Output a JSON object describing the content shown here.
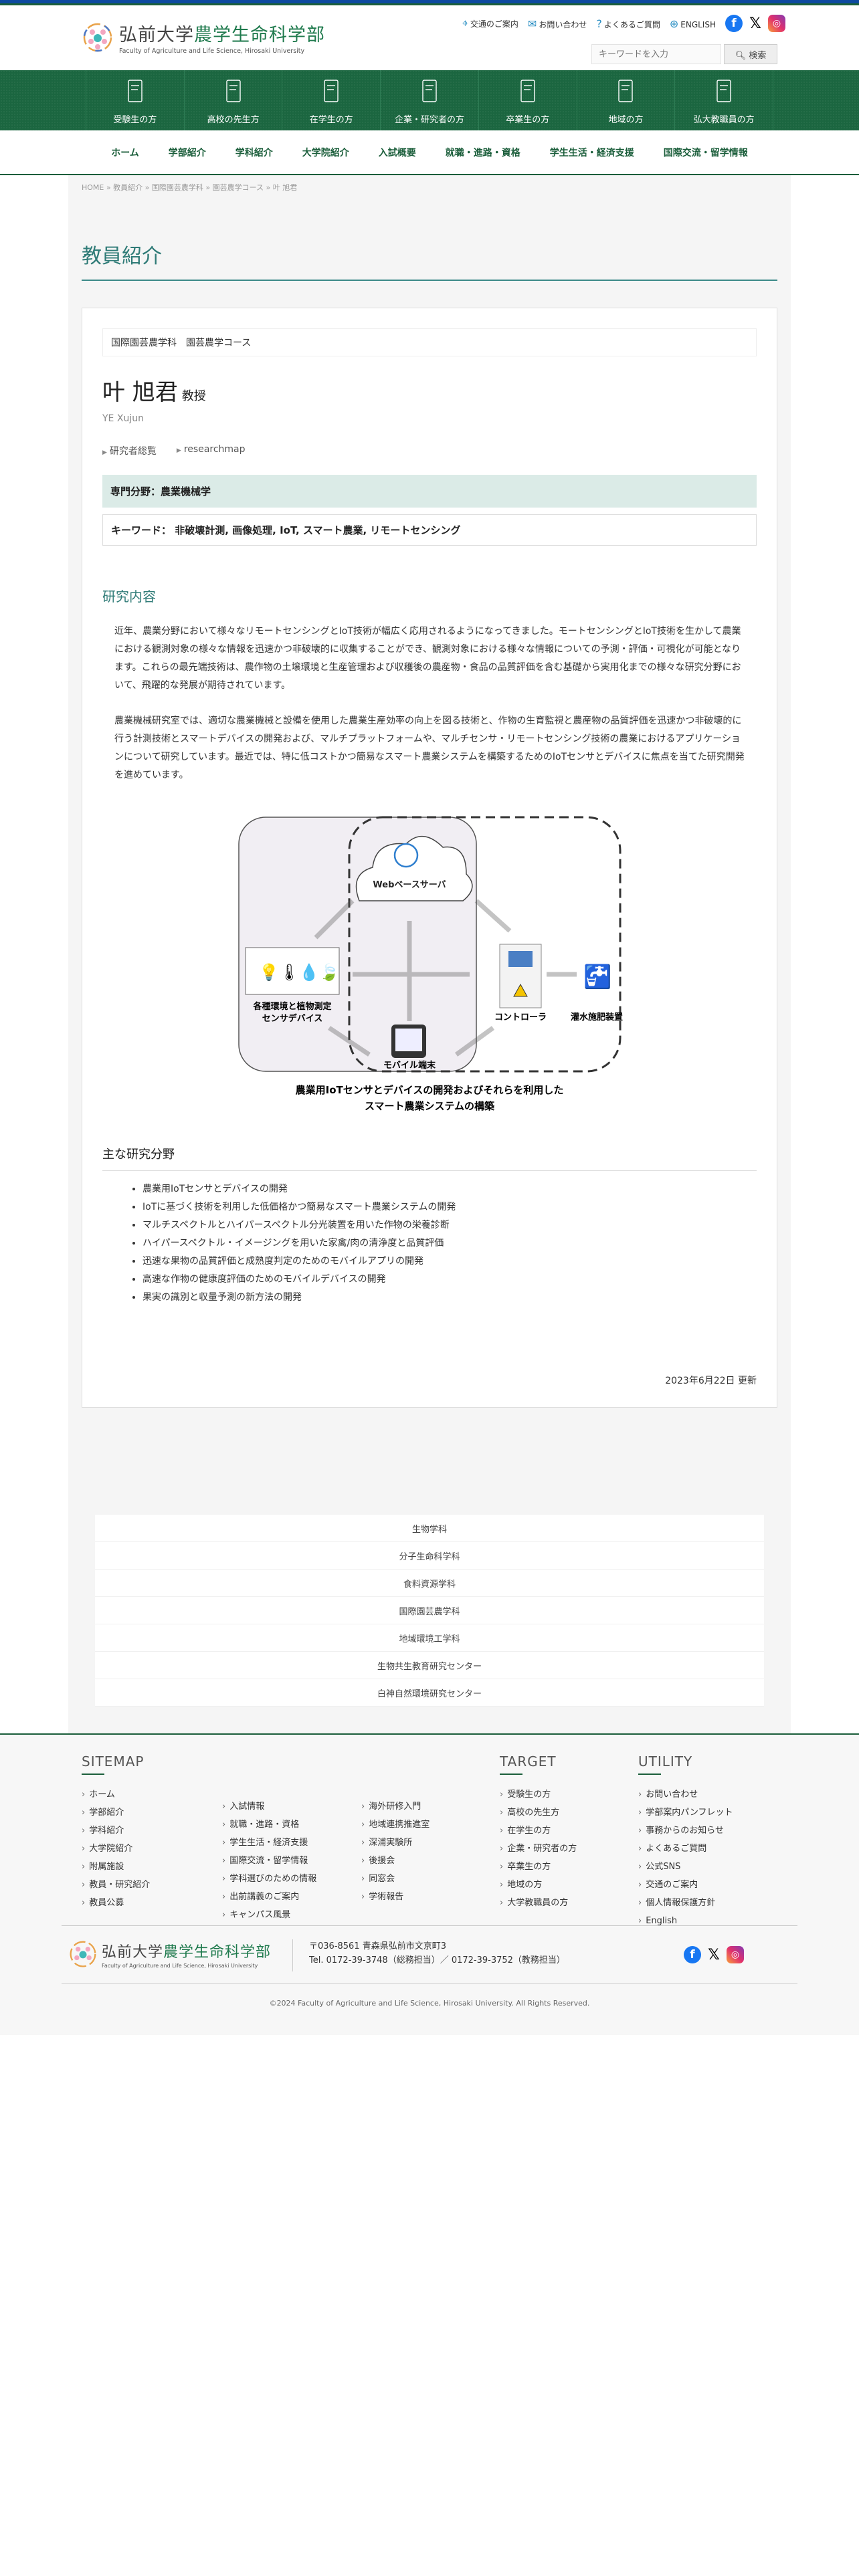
{
  "site": {
    "title_main": "弘前大学",
    "title_accent": "農学生命科学部",
    "subtitle": "Faculty of Agriculture and Life Science, Hirosaki University"
  },
  "utility": {
    "access": "交通のご案内",
    "contact": "お問い合わせ",
    "faq": "よくあるご質問",
    "english": "ENGLISH"
  },
  "search": {
    "placeholder": "キーワードを入力",
    "button": "検索"
  },
  "target_nav": [
    "受験生の方",
    "高校の先生方",
    "在学生の方",
    "企業・研究者の方",
    "卒業生の方",
    "地域の方",
    "弘大教職員の方"
  ],
  "main_nav": [
    "ホーム",
    "学部紹介",
    "学科紹介",
    "大学院紹介",
    "入試概要",
    "就職・進路・資格",
    "学生生活・経済支援",
    "国際交流・留学情報"
  ],
  "breadcrumb": [
    "HOME",
    "教員紹介",
    "国際園芸農学科",
    "園芸農学コース",
    "叶 旭君"
  ],
  "page_title": "教員紹介",
  "profile": {
    "dept": "国際園芸農学科　園芸農学コース",
    "name": "叶 旭君",
    "position": "教授",
    "roman": "YE Xujun",
    "link1": "研究者総覧",
    "link2": "researchmap",
    "field": "専門分野：農業機械学",
    "keywords": "キーワード：  非破壊計測, 画像処理, IoT, スマート農業, リモートセンシング"
  },
  "research": {
    "heading": "研究内容",
    "p1": "近年、農業分野において様々なリモートセンシングとIoT技術が幅広く応用されるようになってきました。モートセンシングとIoT技術を生かして農業における観測対象の様々な情報を迅速かつ非破壊的に収集することができ、観測対象における様々な情報についての予測・評価・可視化が可能となります。これらの最先端技術は、農作物の土壌環境と生産管理および収穫後の農産物・食品の品質評価を含む基礎から実用化までの様々な研究分野において、飛躍的な発展が期待されています。",
    "p2": "農業機械研究室では、適切な農業機械と設備を使用した農業生産効率の向上を図る技術と、作物の生育監視と農産物の品質評価を迅速かつ非破壊的に行う計測技術とスマートデバイスの開発および、マルチプラットフォームや、マルチセンサ・リモートセンシング技術の農業におけるアプリケーションについて研究しています。最近では、特に低コストかつ簡易なスマート農業システムを構築するためのIoTセンサとデバイスに焦点を当てた研究開発を進めています。"
  },
  "figure": {
    "server": "Webベースサーバ",
    "sensors1": "各種環境と植物測定",
    "sensors2": "センサデバイス",
    "controller": "コントローラ",
    "irrigation": "灌水施肥装置",
    "mobile": "モバイル端末",
    "caption1": "農業用IoTセンサとデバイスの開発およびそれらを利用した",
    "caption2": "スマート農業システムの構築"
  },
  "areas": {
    "heading": "主な研究分野",
    "items": [
      "農業用IoTセンサとデバイスの開発",
      "IoTに基づく技術を利用した低価格かつ簡易なスマート農業システムの開発",
      "マルチスペクトルとハイパースペクトル分光装置を用いた作物の栄養診断",
      "ハイパースペクトル・イメージングを用いた家禽/肉の清浄度と品質評価",
      "迅速な果物の品質評価と成熟度判定のためのモバイルアプリの開発",
      "高速な作物の健康度評価のためのモバイルデバイスの開発",
      "果実の識別と収量予測の新方法の開発"
    ]
  },
  "updated": "2023年6月22日 更新",
  "related": [
    "生物学科",
    "分子生命科学科",
    "食料資源学科",
    "国際園芸農学科",
    "地域環境工学科",
    "生物共生教育研究センター",
    "白神自然環境研究センター"
  ],
  "footer": {
    "sitemap_title": "SITEMAP",
    "sitemap1": [
      "ホーム",
      "学部紹介",
      "学科紹介",
      "大学院紹介",
      "附属施設",
      "教員・研究紹介",
      "教員公募"
    ],
    "sitemap2": [
      "入試情報",
      "就職・進路・資格",
      "学生生活・経済支援",
      "国際交流・留学情報",
      "学科選びのための情報",
      "出前講義のご案内",
      "キャンパス風景"
    ],
    "sitemap3": [
      "海外研修入門",
      "地域連携推進室",
      "深浦実験所",
      "後援会",
      "同窓会",
      "学術報告"
    ],
    "target_title": "TARGET",
    "target": [
      "受験生の方",
      "高校の先生方",
      "在学生の方",
      "企業・研究者の方",
      "卒業生の方",
      "地域の方",
      "大学教職員の方"
    ],
    "utility_title": "UTILITY",
    "utility": [
      "お問い合わせ",
      "学部案内パンフレット",
      "事務からのお知らせ",
      "よくあるご質問",
      "公式SNS",
      "交通のご案内",
      "個人情報保護方針",
      "English"
    ],
    "address": "〒036-8561 青森県弘前市文京町3",
    "tel": "Tel. 0172-39-3748（総務担当）／ 0172-39-3752（教務担当）",
    "copyright": "©2024 Faculty of Agriculture and Life Science, Hirosaki University. All Rights Reserved."
  },
  "colors": {
    "green": "#1b6640",
    "teal": "#2f7b77",
    "blue": "#0d4aa0"
  }
}
